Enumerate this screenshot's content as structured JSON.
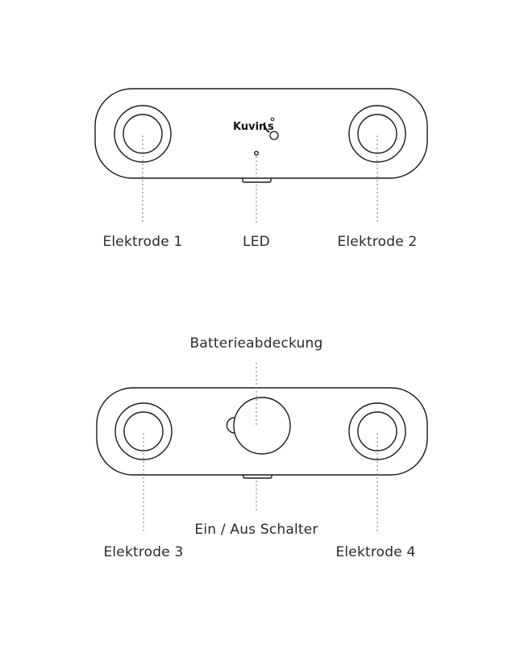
{
  "front": {
    "logo": "Kuvings",
    "labels": {
      "electrode1": "Elektrode 1",
      "led": "LED",
      "electrode2": "Elektrode 2"
    }
  },
  "back": {
    "labels": {
      "battery_cover": "Batterieabdeckung",
      "power_switch": "Ein / Aus Schalter",
      "electrode3": "Elektrode 3",
      "electrode4": "Elektrode 4"
    }
  }
}
